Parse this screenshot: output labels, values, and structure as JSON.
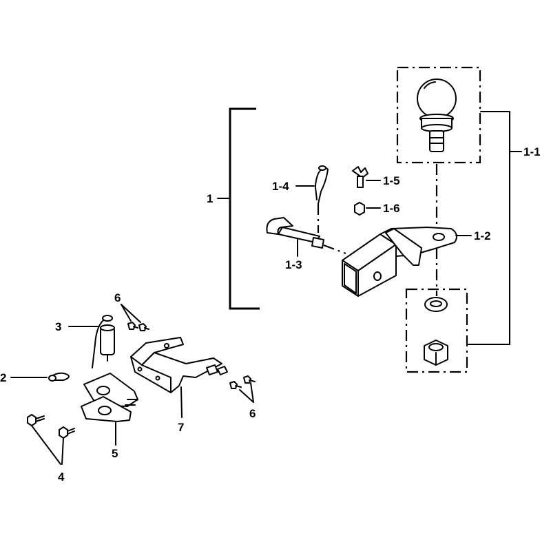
{
  "labels": {
    "p1": "1",
    "p1_1": "1-1",
    "p1_2": "1-2",
    "p1_3": "1-3",
    "p1_4": "1-4",
    "p1_5": "1-5",
    "p1_6": "1-6",
    "p2": "2",
    "p3": "3",
    "p4": "4",
    "p5": "5",
    "p6a": "6",
    "p6b": "6",
    "p7": "7"
  },
  "parts": [
    {
      "label": "1",
      "icon": "hitch-assembly-bracket"
    },
    {
      "label": "1-1",
      "icon": "hitch-ball-icon"
    },
    {
      "label": "1-2",
      "icon": "receiver-drawbar-icon"
    },
    {
      "label": "1-3",
      "icon": "hitch-pin-icon"
    },
    {
      "label": "1-4",
      "icon": "hairpin-clip-icon"
    },
    {
      "label": "1-5",
      "icon": "wing-bolt-icon"
    },
    {
      "label": "1-6",
      "icon": "small-nut-icon"
    },
    {
      "label": "2",
      "icon": "hairpin-clip-icon"
    },
    {
      "label": "3",
      "icon": "pin-with-bail-icon"
    },
    {
      "label": "4",
      "icon": "bolt-icon"
    },
    {
      "label": "5",
      "icon": "plate-bracket-icon"
    },
    {
      "label": "6",
      "icon": "screw-icon"
    },
    {
      "label": "7",
      "icon": "mounting-bracket-icon"
    }
  ]
}
